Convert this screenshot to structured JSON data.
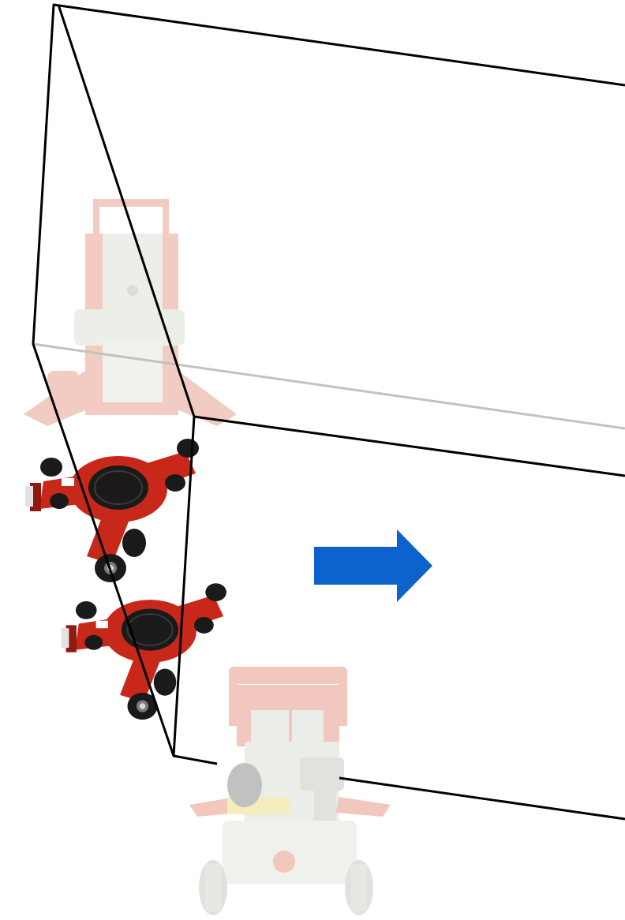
{
  "diagram": {
    "colors": {
      "box_outline": "#000000",
      "hidden_edge": "#c2c2c2",
      "arrow": "#0c63ce",
      "skate_red": "#c8281a",
      "skate_red_dark": "#8f1a10",
      "pad_black": "#1a1a1a",
      "faded_red": "#f0c2b8",
      "faded_grey": "#e9ece6",
      "faded_yellow": "#f3ecb5",
      "faded_dark": "#b9bcb8"
    },
    "parts": [
      {
        "id": "lifting-jack",
        "icon": "toe-jack-icon",
        "faded": true
      },
      {
        "id": "machine-skate-upper",
        "icon": "machine-skate-icon",
        "faded": false
      },
      {
        "id": "machine-skate-lower",
        "icon": "machine-skate-icon",
        "faded": false
      },
      {
        "id": "hydraulic-pump-unit",
        "icon": "hydraulic-pump-icon",
        "faded": true
      }
    ],
    "arrow_direction": "right"
  }
}
